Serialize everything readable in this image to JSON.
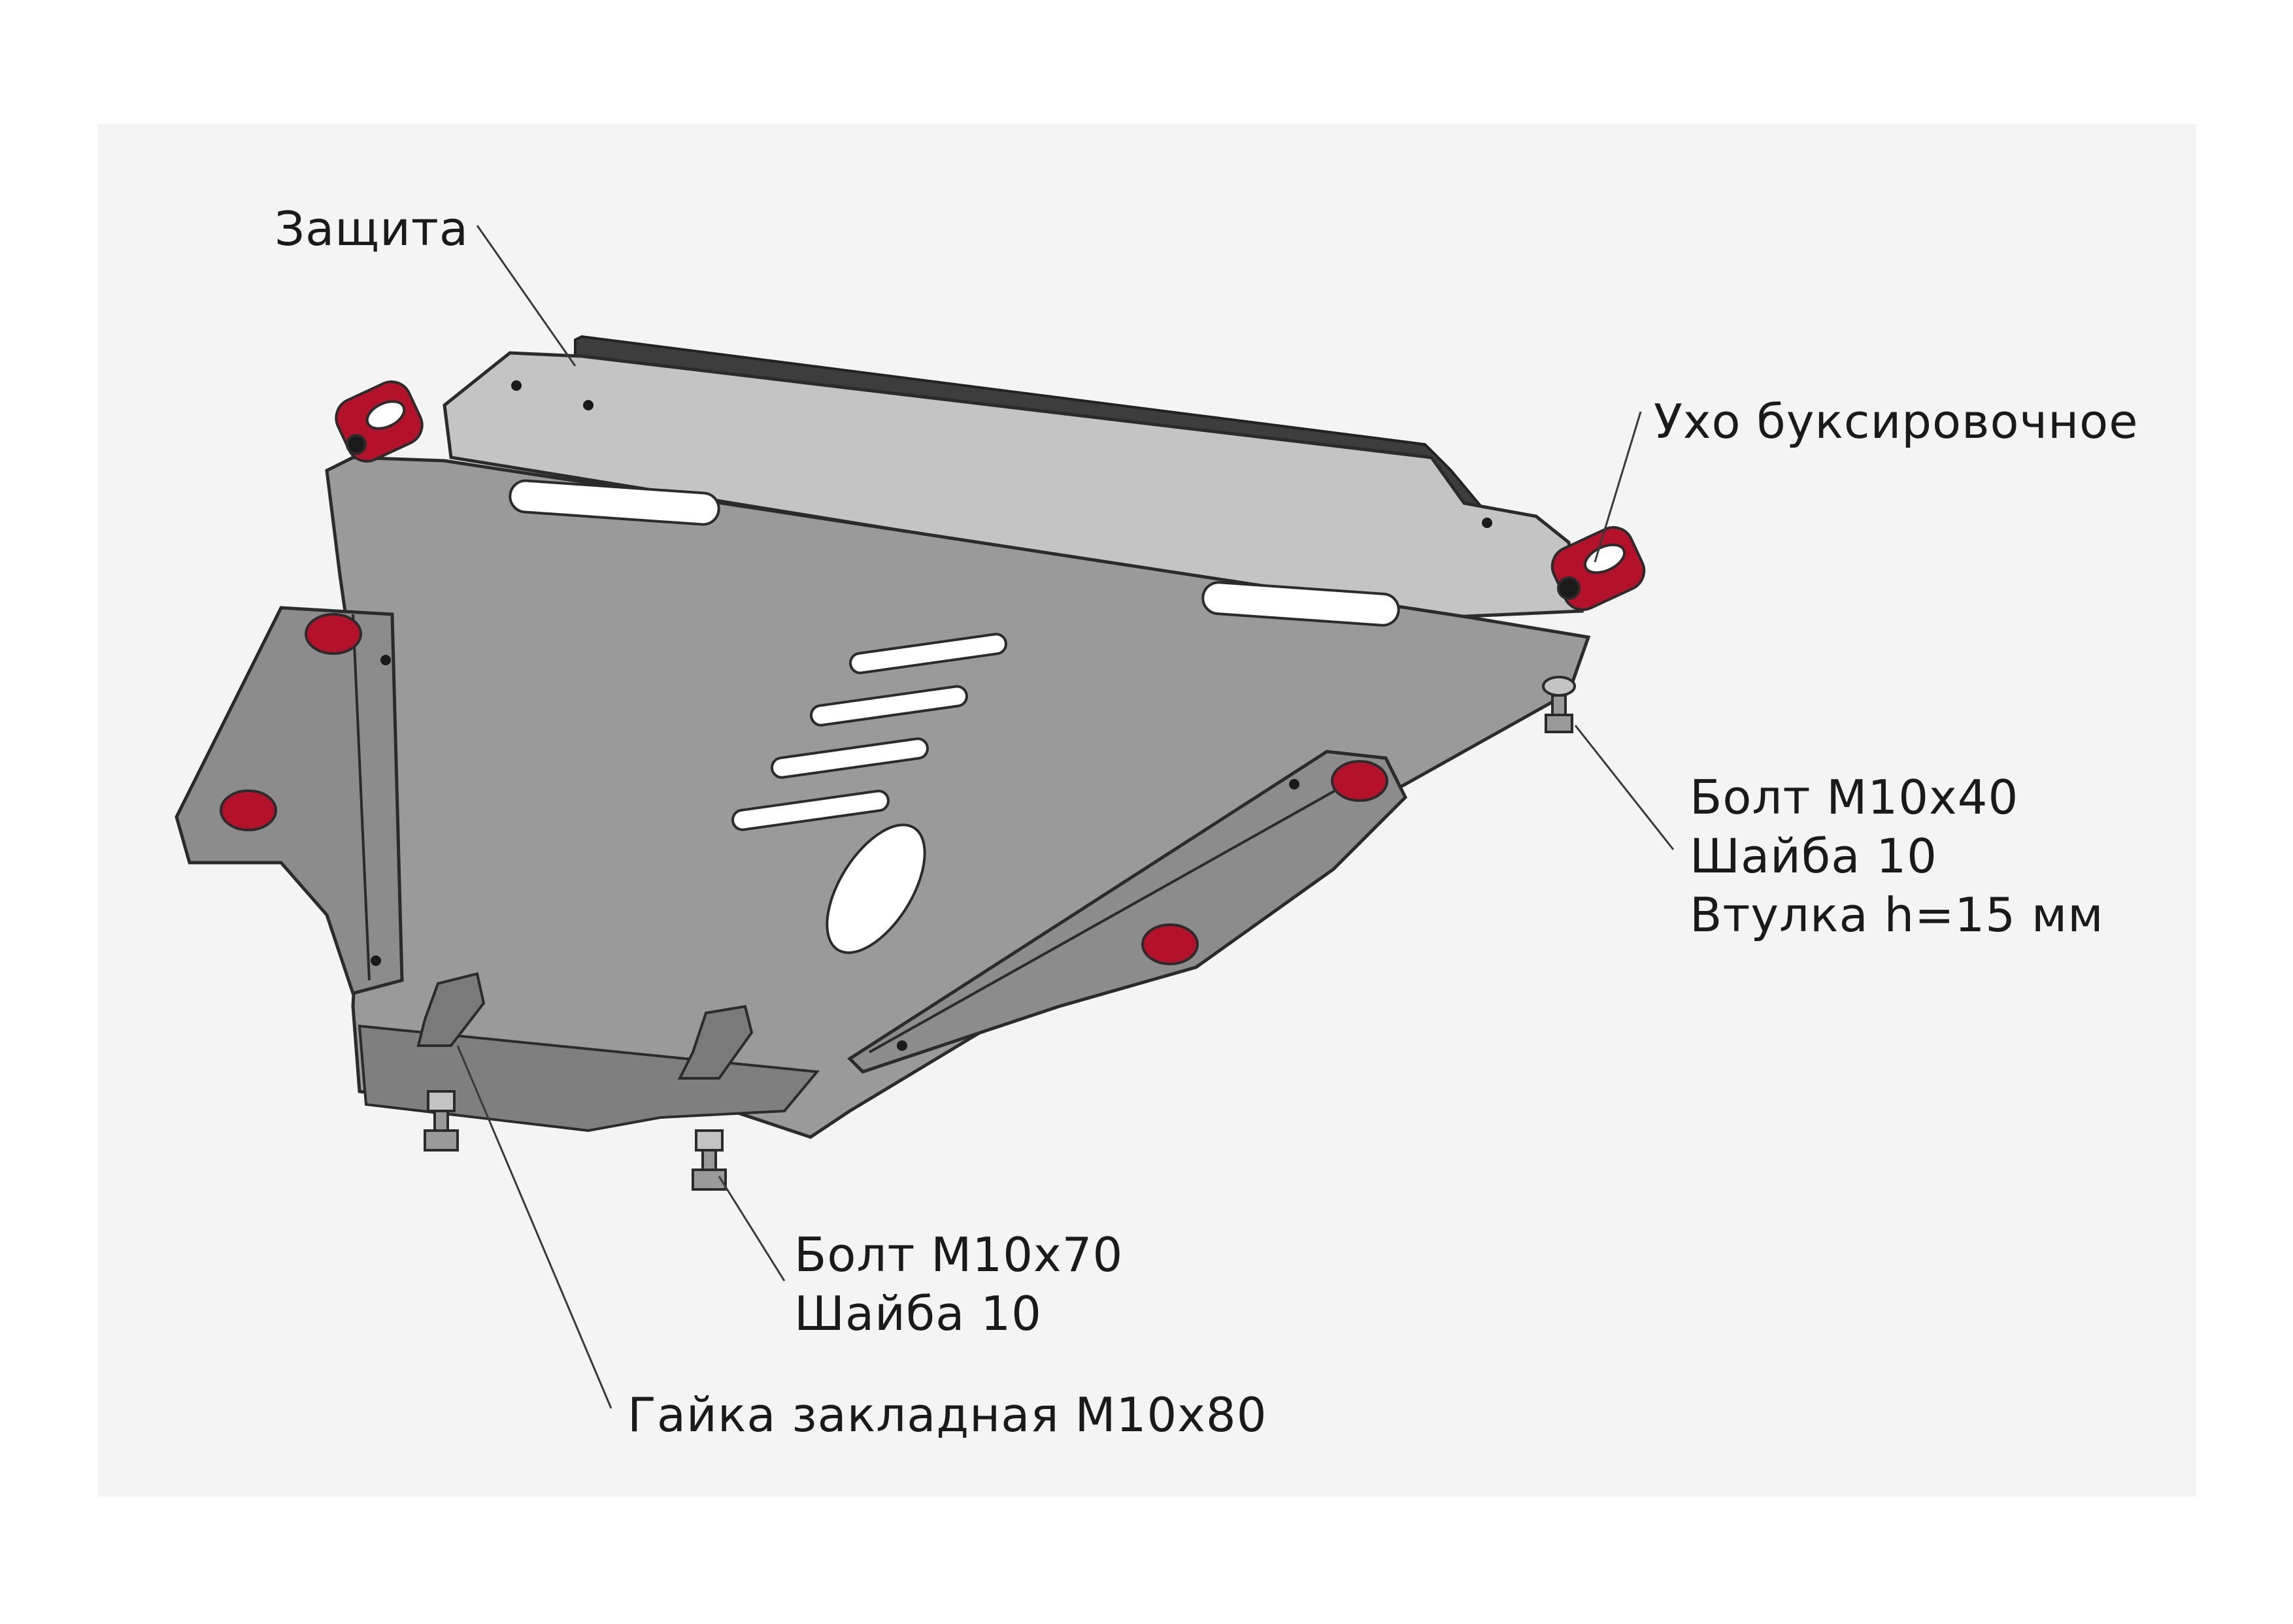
{
  "labels": {
    "guard": "Защита",
    "tow_eye": "Ухо буксировочное",
    "right_fastener": {
      "bolt": "Болт М10х40",
      "washer": "Шайба 10",
      "bushing": "Втулка h=15 мм"
    },
    "front_fastener": {
      "bolt": "Болт М10х70",
      "washer": "Шайба 10"
    },
    "embedded_nut": "Гайка закладная М10х80"
  },
  "colors": {
    "plate": "#9a9a9a",
    "plate_light": "#c4c4c4",
    "bracket": "#8c8c8c",
    "edge": "#2b2b2b",
    "red_part": "#b3122a",
    "slot": "#ffffff",
    "background": "#ffffff",
    "canvas": "#f4f4f4"
  }
}
